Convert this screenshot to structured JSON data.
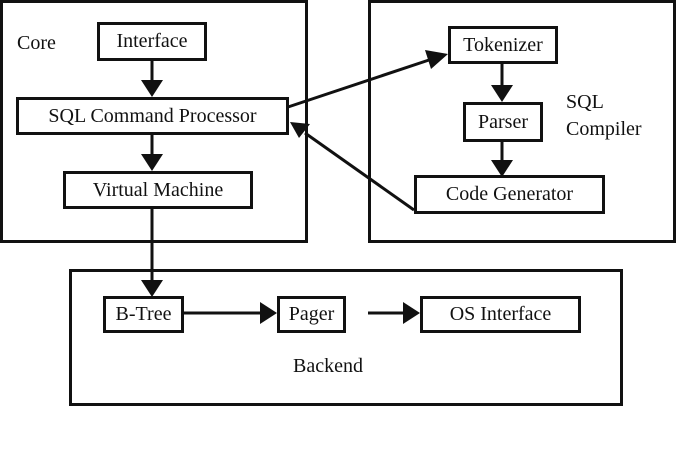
{
  "groups": {
    "core": {
      "label": "Core"
    },
    "compiler": {
      "label_line1": "SQL",
      "label_line2": "Compiler"
    },
    "backend": {
      "label": "Backend"
    }
  },
  "nodes": {
    "interface": "Interface",
    "sql_command_processor": "SQL Command Processor",
    "virtual_machine": "Virtual Machine",
    "tokenizer": "Tokenizer",
    "parser": "Parser",
    "code_generator": "Code Generator",
    "btree": "B-Tree",
    "pager": "Pager",
    "os_interface": "OS Interface"
  },
  "edges": [
    {
      "from": "Interface",
      "to": "SQL Command Processor"
    },
    {
      "from": "SQL Command Processor",
      "to": "Virtual Machine"
    },
    {
      "from": "SQL Command Processor",
      "to": "Tokenizer"
    },
    {
      "from": "Tokenizer",
      "to": "Parser"
    },
    {
      "from": "Parser",
      "to": "Code Generator"
    },
    {
      "from": "Code Generator",
      "to": "SQL Command Processor"
    },
    {
      "from": "Virtual Machine",
      "to": "B-Tree"
    },
    {
      "from": "B-Tree",
      "to": "Pager"
    },
    {
      "from": "Pager",
      "to": "OS Interface"
    }
  ]
}
